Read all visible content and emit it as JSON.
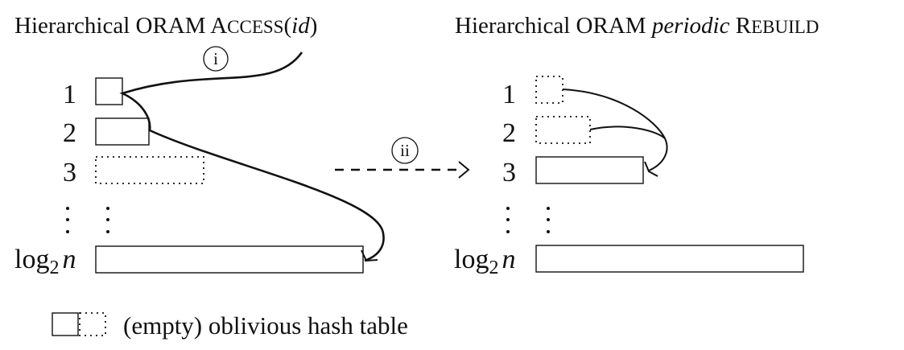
{
  "left_panel": {
    "title_prefix": "Hierarchical ORAM ",
    "title_op_first": "A",
    "title_op_rest": "CCESS",
    "title_paren_open": "(",
    "title_arg": "id",
    "title_paren_close": ")",
    "levels": [
      "1",
      "2",
      "3"
    ],
    "last_level_prefix": "log",
    "last_level_sub": "2",
    "last_level_var": "n",
    "level_states": [
      "full",
      "full",
      "empty",
      "full"
    ]
  },
  "right_panel": {
    "title_prefix": "Hierarchical ORAM ",
    "title_italic": "periodic",
    "title_op_first": "R",
    "title_op_rest": "EBUILD",
    "levels": [
      "1",
      "2",
      "3"
    ],
    "last_level_prefix": "log",
    "last_level_sub": "2",
    "last_level_var": "n",
    "level_states": [
      "empty",
      "empty",
      "full",
      "full"
    ]
  },
  "step_markers": {
    "step1": "i",
    "step2": "ii"
  },
  "legend": {
    "text": "(empty) oblivious hash table"
  }
}
